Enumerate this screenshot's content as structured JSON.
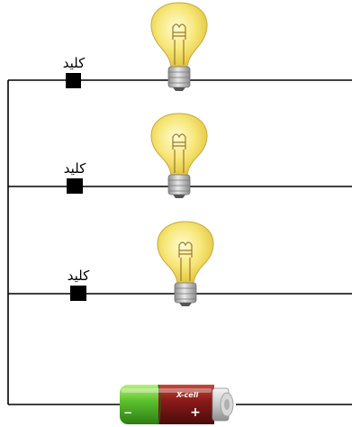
{
  "circuit": {
    "branches": [
      {
        "switch_label": "کلید"
      },
      {
        "switch_label": "کلید"
      },
      {
        "switch_label": "کلید"
      }
    ],
    "battery": {
      "brand": "X-cell",
      "plus_sign": "+",
      "minus_sign": "−",
      "colors": {
        "green": "#4caf2a",
        "red": "#8b1a1a",
        "cap": "#cfcfcf"
      }
    },
    "colors": {
      "wire": "#000000",
      "switch": "#000000",
      "bulb_glass": "#f5e88a",
      "bulb_base": "#b9b9b9",
      "filament": "#9a7a2a"
    }
  }
}
